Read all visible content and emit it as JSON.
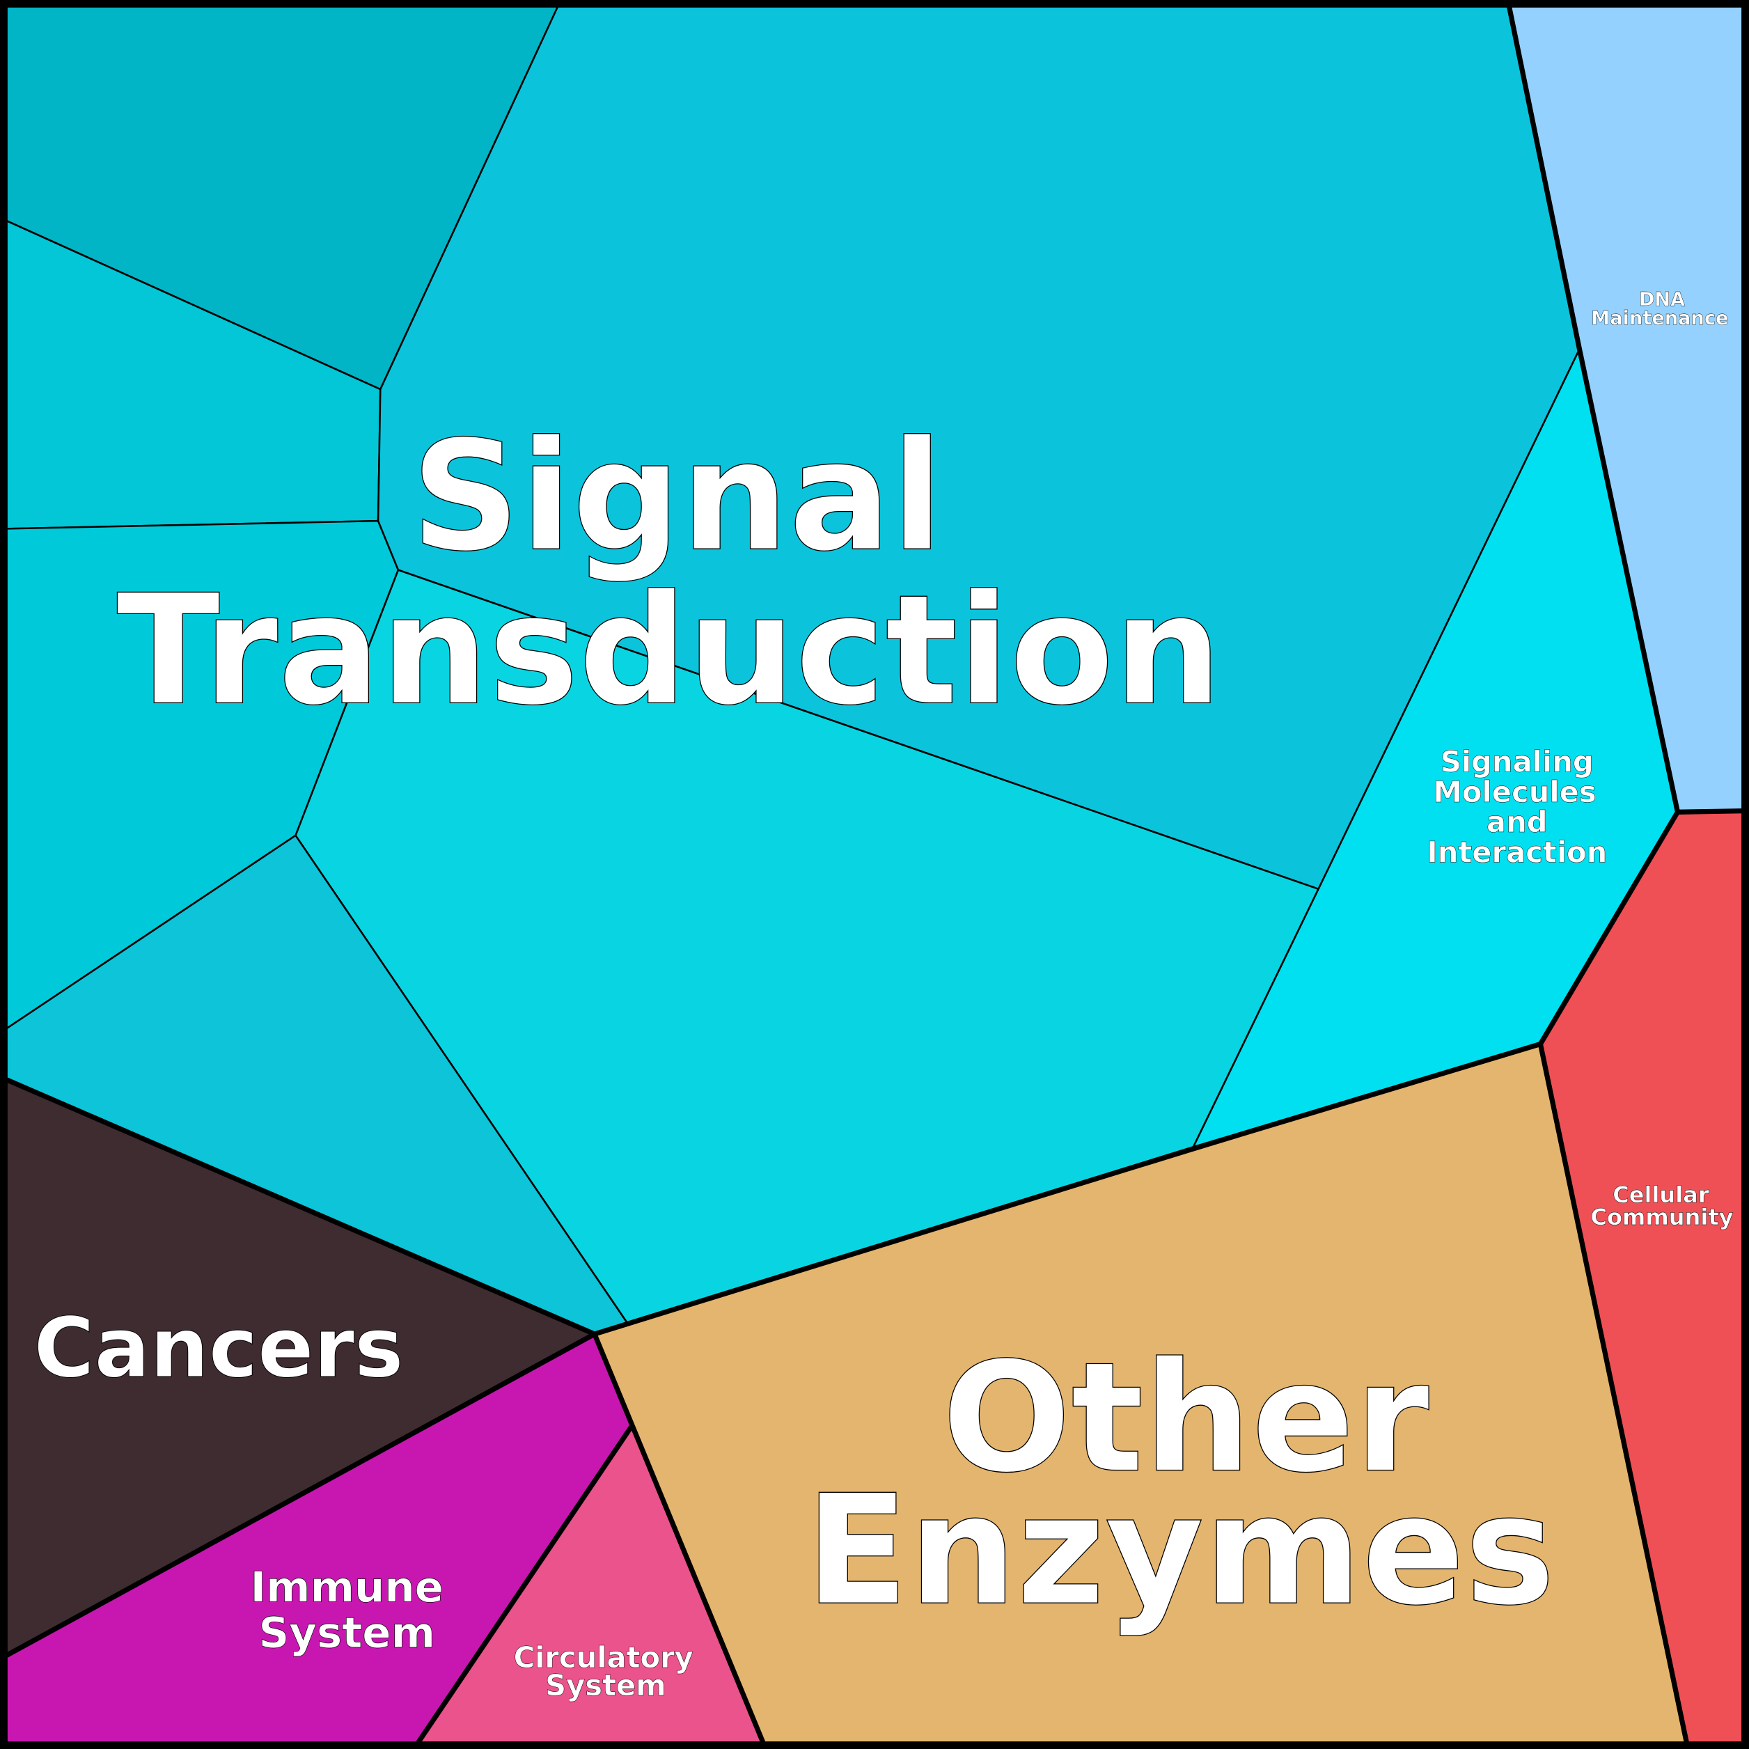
{
  "title": "Voronoi treemap of pathway categories",
  "colors": {
    "signal_sub_a": "#02b5c6",
    "signal_sub_b": "#03c6d6",
    "signal_sub_c": "#00cad9",
    "signal_sub_d": "#0bc4dc",
    "signal_sub_e": "#09d5e2",
    "signal_sub_f": "#0dc4d8",
    "signaling_molecules": "#00e0f0",
    "dna_maintenance": "#94d1fe",
    "cellular_community": "#ee5056",
    "other_enzymes": "#e4b56f",
    "circulatory_system": "#ea538b",
    "immune_system": "#c817b1",
    "cancers": "#3e2c31"
  },
  "labels": {
    "signal_transduction": [
      "Signal",
      "Transduction"
    ],
    "signaling_molecules": [
      "Signaling",
      "Molecules",
      "and",
      "Interaction"
    ],
    "dna_maintenance": [
      "DNA",
      "Maintenance"
    ],
    "cellular_community": [
      "Cellular",
      "Community"
    ],
    "other_enzymes": [
      "Other",
      "Enzymes"
    ],
    "cancers": [
      "Cancers"
    ],
    "immune_system": [
      "Immune",
      "System"
    ],
    "circulatory_system": [
      "Circulatory",
      "System"
    ]
  }
}
